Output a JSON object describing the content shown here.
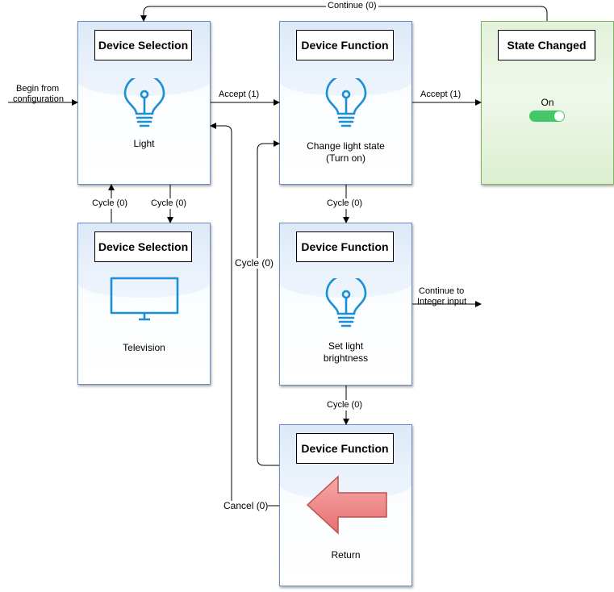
{
  "nodes": {
    "light": {
      "title": "Device Selection",
      "caption": "Light",
      "icon": "lightbulb-icon"
    },
    "television": {
      "title": "Device Selection",
      "caption": "Television",
      "icon": "monitor-icon"
    },
    "change_light": {
      "title": "Device Function",
      "caption_line1": "Change light state",
      "caption_line2": "(Turn on)",
      "icon": "lightbulb-icon"
    },
    "brightness": {
      "title": "Device Function",
      "caption_line1": "Set light",
      "caption_line2": "brightness",
      "icon": "lightbulb-icon"
    },
    "return": {
      "title": "Device Function",
      "caption": "Return",
      "icon": "arrow-left-icon"
    },
    "state_changed": {
      "title": "State Changed",
      "status": "On",
      "icon": "toggle-switch-icon"
    }
  },
  "edges": {
    "continue_top": "Continue (0)",
    "begin_line1": "Begin from",
    "begin_line2": "configuration",
    "accept_1": "Accept (1)",
    "accept_2": "Accept (1)",
    "cycle_up": "Cycle (0)",
    "cycle_down": "Cycle (0)",
    "cycle_function": "Cycle (0)",
    "cycle_return": "Cycle (0)",
    "cycle_left": "Cycle (0)",
    "cancel": "Cancel (0)",
    "continue_int_line1": "Continue to",
    "continue_int_line2": "Integer input"
  },
  "colors": {
    "icon_blue": "#1b8fd6",
    "arrow_fill": "#f08484",
    "arrow_stroke": "#b85450",
    "toggle_green": "#44c767",
    "card_border": "#6c8ebf",
    "green_border": "#82b366"
  }
}
